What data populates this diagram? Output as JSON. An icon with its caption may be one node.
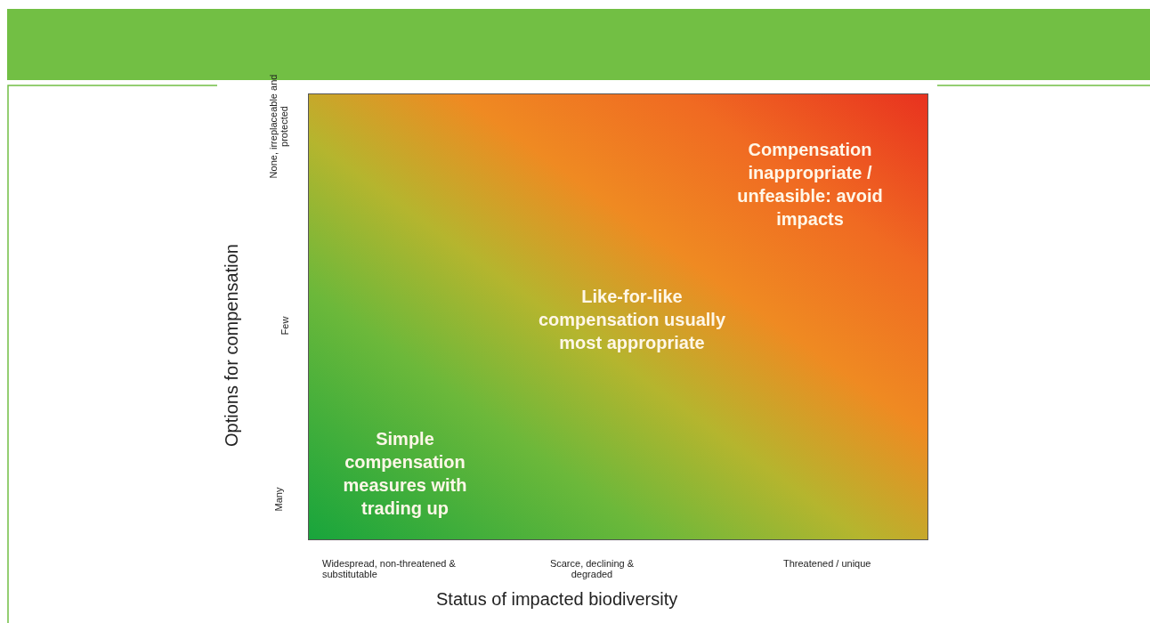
{
  "diagram": {
    "labels": [
      "None, irreplaceable and protected",
      "Compensation inappropriate / unfeasible: avoid impacts",
      "Few",
      "Like-for-like compensation usually most appropriate",
      "Options for compensation",
      "Many",
      "Simple compensation measures with trading up",
      "Widespread, non-threatened & substitutable",
      "Scarce, declining & degraded",
      "Threatened / unique",
      "Status of impacted biodiversity"
    ]
  }
}
